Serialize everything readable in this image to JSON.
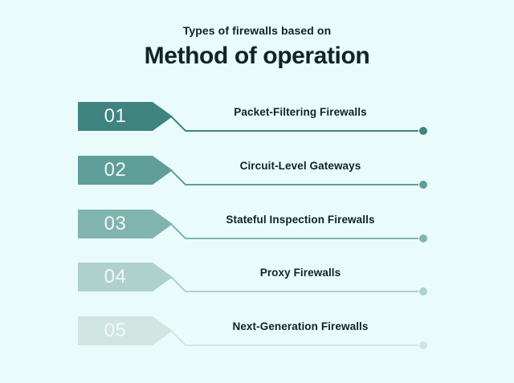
{
  "header": {
    "subtitle": "Types of firewalls based on",
    "title": "Method of operation"
  },
  "items": [
    {
      "number": "01",
      "label": "Packet-Filtering Firewalls",
      "color": "#3e837f"
    },
    {
      "number": "02",
      "label": "Circuit-Level Gateways",
      "color": "#5f9e99"
    },
    {
      "number": "03",
      "label": "Stateful Inspection Firewalls",
      "color": "#82b4af"
    },
    {
      "number": "04",
      "label": "Proxy Firewalls",
      "color": "#aed1cd"
    },
    {
      "number": "05",
      "label": "Next-Generation Firewalls",
      "color": "#d1e5e3"
    }
  ],
  "colors": {
    "background": "#e9fbfa",
    "text": "#102326",
    "number_text": "#f1f8f7"
  }
}
